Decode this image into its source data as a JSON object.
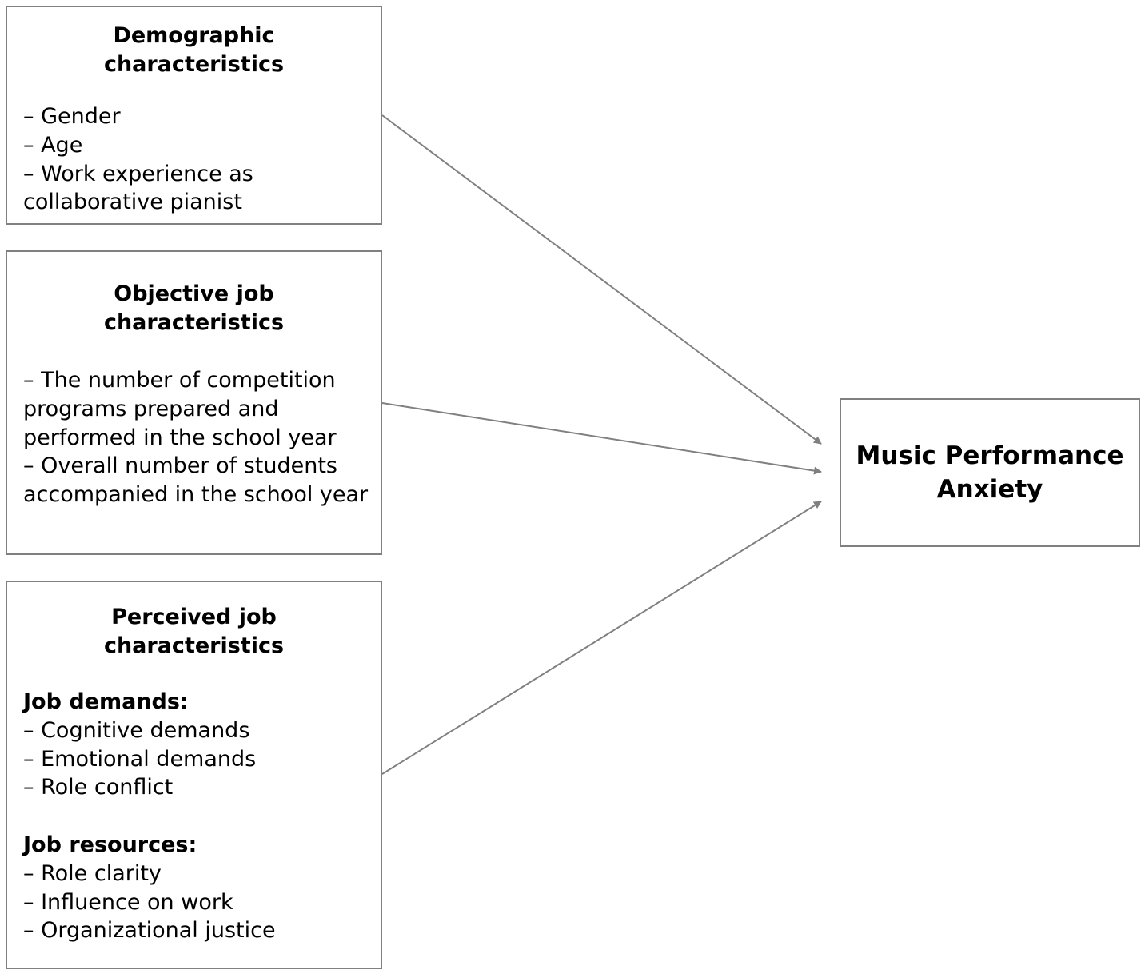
{
  "demographic": {
    "title": "Demographic characteristics",
    "items": [
      "–  Gender",
      "–  Age",
      "–  Work experience as collaborative pianist"
    ]
  },
  "objective": {
    "title": "Objective job characteristics",
    "items": [
      "–  The number of competition programs prepared and performed in the school year",
      "–  Overall number of students accompanied in the school year"
    ]
  },
  "perceived": {
    "title": "Perceived job characteristics",
    "demands_heading": "Job demands:",
    "demands": [
      "–  Cognitive demands",
      "–  Emotional demands",
      "–  Role conflict"
    ],
    "resources_heading": "Job resources:",
    "resources": [
      "–  Role clarity",
      "–  Influence on work",
      "–  Organizational justice"
    ]
  },
  "outcome": {
    "title": "Music Performance Anxiety"
  },
  "colors": {
    "border": "#808080",
    "arrow": "#808080"
  }
}
